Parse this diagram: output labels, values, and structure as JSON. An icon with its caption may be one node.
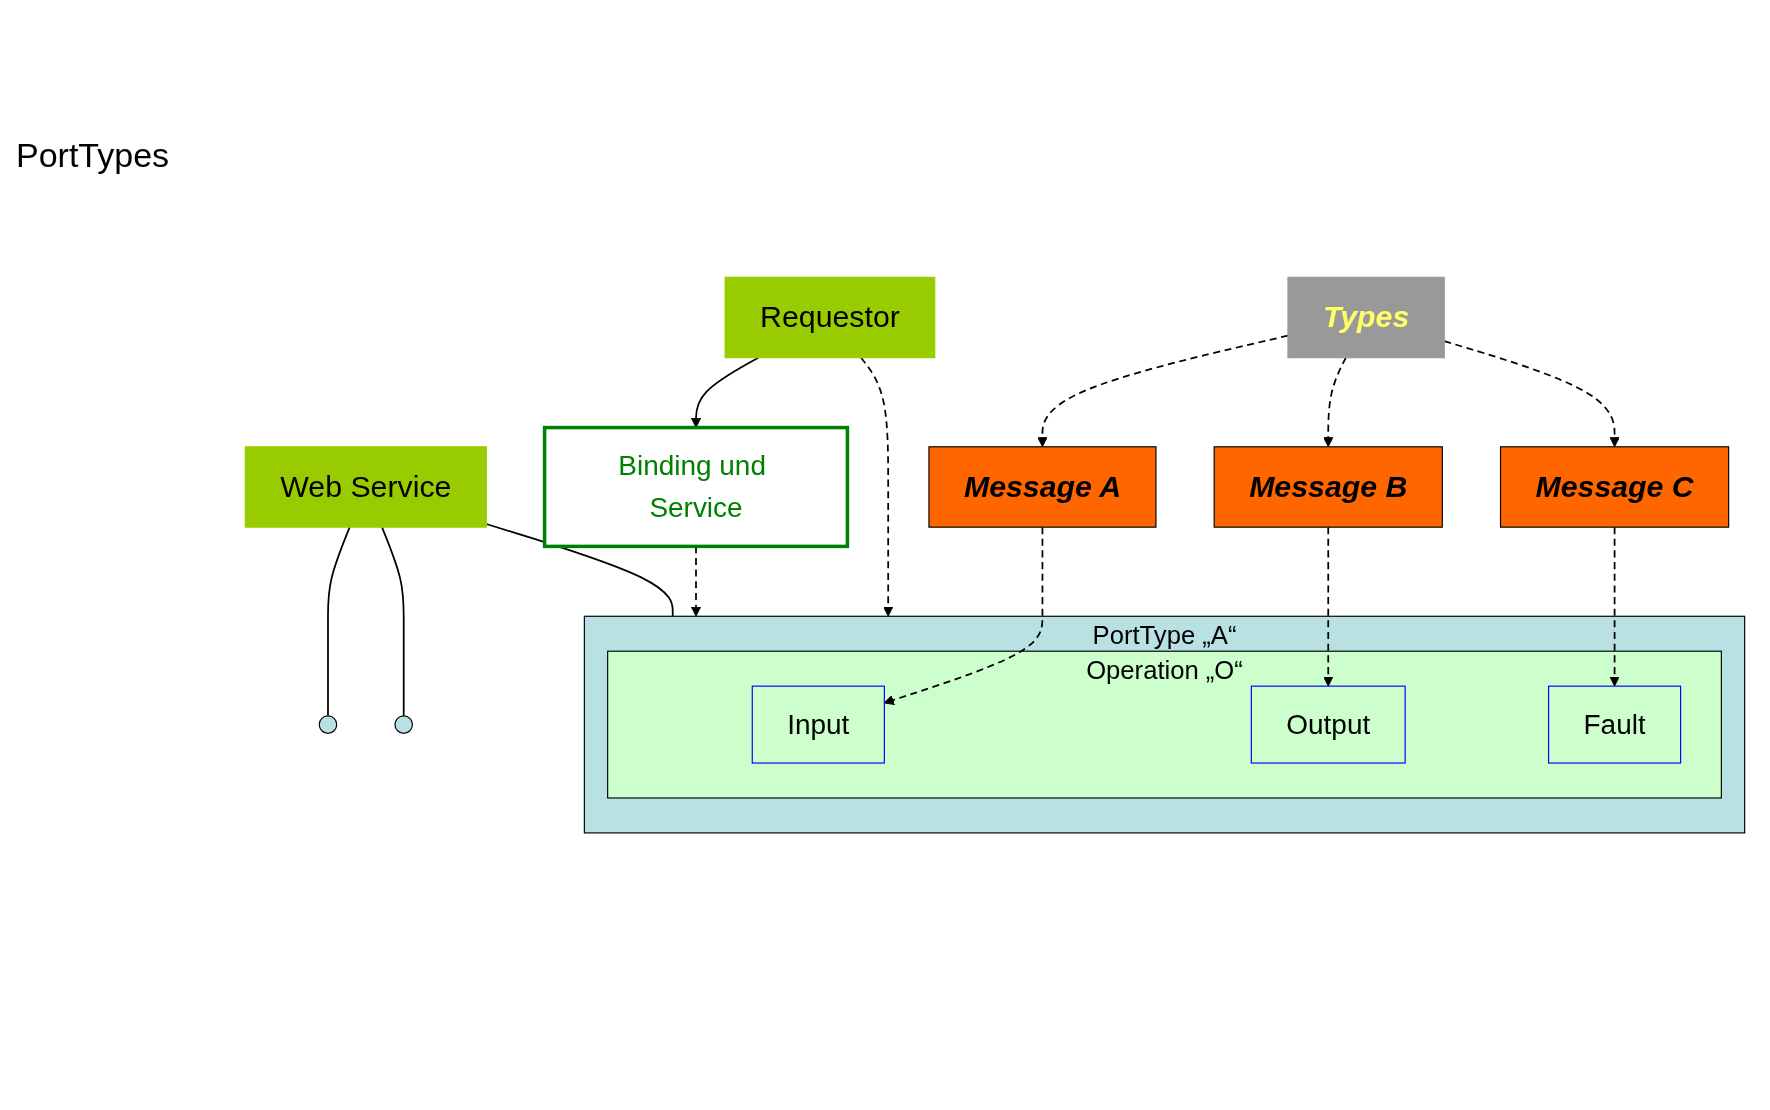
{
  "diagram": {
    "nodes": [
      {
        "text": [
          "Web Service"
        ]
      },
      {
        "text": [],
        "shape": "circle"
      },
      {
        "text": [],
        "shape": "circle"
      },
      {
        "text": [
          "Types"
        ]
      },
      {
        "text": [
          "Message A"
        ]
      },
      {
        "text": [
          "Message B"
        ]
      },
      {
        "text": [
          "Message C"
        ]
      },
      {
        "text": [
          "Binding und Service"
        ]
      },
      {
        "text": [
          "PortType „A“"
        ]
      },
      {
        "text": [
          "Operation „O“"
        ],
        "in": 8
      },
      {
        "text": [
          "Input"
        ],
        "in": 9
      },
      {
        "text": [
          "Output"
        ],
        "in": 9
      },
      {
        "text": [
          "Fault"
        ],
        "in": 9
      },
      {
        "text": [
          "Requestor"
        ]
      }
    ],
    "edges": [
      {
        "from": 0,
        "to": 1,
        "arrow": "none"
      },
      {
        "from": 0,
        "to": 2,
        "arrow": "none"
      },
      {
        "from": 0,
        "to": 8,
        "arrow": "none"
      },
      {
        "from": 3,
        "to": 4,
        "arrow": "to",
        "style": "dashed"
      },
      {
        "from": 3,
        "to": 5,
        "arrow": "to",
        "style": "dashed"
      },
      {
        "from": 3,
        "to": 6,
        "arrow": "to",
        "style": "dashed"
      },
      {
        "from": 4,
        "to": 10,
        "arrow": "to",
        "style": "dashed"
      },
      {
        "from": 5,
        "to": 11,
        "arrow": "to",
        "style": "dashed"
      },
      {
        "from": 6,
        "to": 12,
        "arrow": "to",
        "style": "dashed"
      },
      {
        "from": 13,
        "to": 7,
        "arrow": "to"
      },
      {
        "from": 13,
        "to": 8,
        "arrow": "to",
        "style": "dashed"
      },
      {
        "from": 7,
        "to": 8,
        "arrow": "to",
        "style": "dashed"
      }
    ],
    "labels": [
      "PortTypes"
    ]
  }
}
